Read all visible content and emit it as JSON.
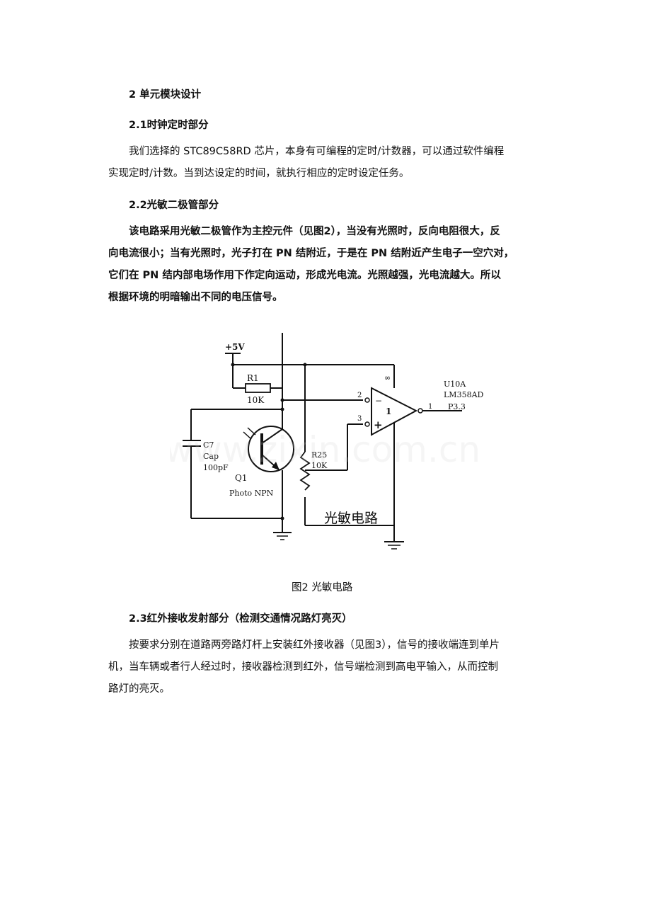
{
  "section": {
    "heading": "2 单元模块设计"
  },
  "s21": {
    "heading": "2.1时钟定时部分",
    "lines": [
      "我们选择的 STC89C58RD 芯片，本身有可编程的定时/计数器，可以通过软件编程",
      "实现定时/计数。当到达设定的时间，就执行相应的定时设定任务。"
    ]
  },
  "s22": {
    "heading": "2.2光敏二极管部分",
    "lines": [
      "该电路采用光敏二极管作为主控元件（见图2），当没有光照时，反向电阻很大，反",
      "向电流很小；当有光照时，光子打在 PN 结附近，于是在 PN 结附近产生电子一空穴对，",
      "它们在 PN 结内部电场作用下作定向运动，形成光电流。光照越强，光电流越大。所以",
      "根据环境的明暗输出不同的电压信号。"
    ]
  },
  "figure": {
    "caption": "图2  光敏电路",
    "watermark": "www.zixin.com.cn",
    "labels": {
      "vcc": "+5V",
      "r1_name": "R1",
      "r1_value": "10K",
      "c7_name": "C7",
      "c7_type": "Cap",
      "c7_value": "100pF",
      "q1_name": "Q1",
      "q1_type": "Photo NPN",
      "r25_name": "R25",
      "r25_value": "10K",
      "u_name": "U10A",
      "u_part": "LM358AD",
      "out_net": "P3.3",
      "pin_inv": "2",
      "pin_noninv": "3",
      "pin_out": "1",
      "amp_unit": "1",
      "infinity": "∞",
      "minus": "−",
      "plus": "+",
      "circuit_title": "光敏电路"
    }
  },
  "s23": {
    "heading": "2.3红外接收发射部分（检测交通情况路灯亮灭）",
    "lines": [
      "按要求分别在道路两旁路灯杆上安装红外接收器（见图3），信号的接收端连到单片",
      "机，当车辆或者行人经过时，接收器检测到红外，信号端检测到高电平输入，从而控制",
      "路灯的亮灭。"
    ]
  }
}
